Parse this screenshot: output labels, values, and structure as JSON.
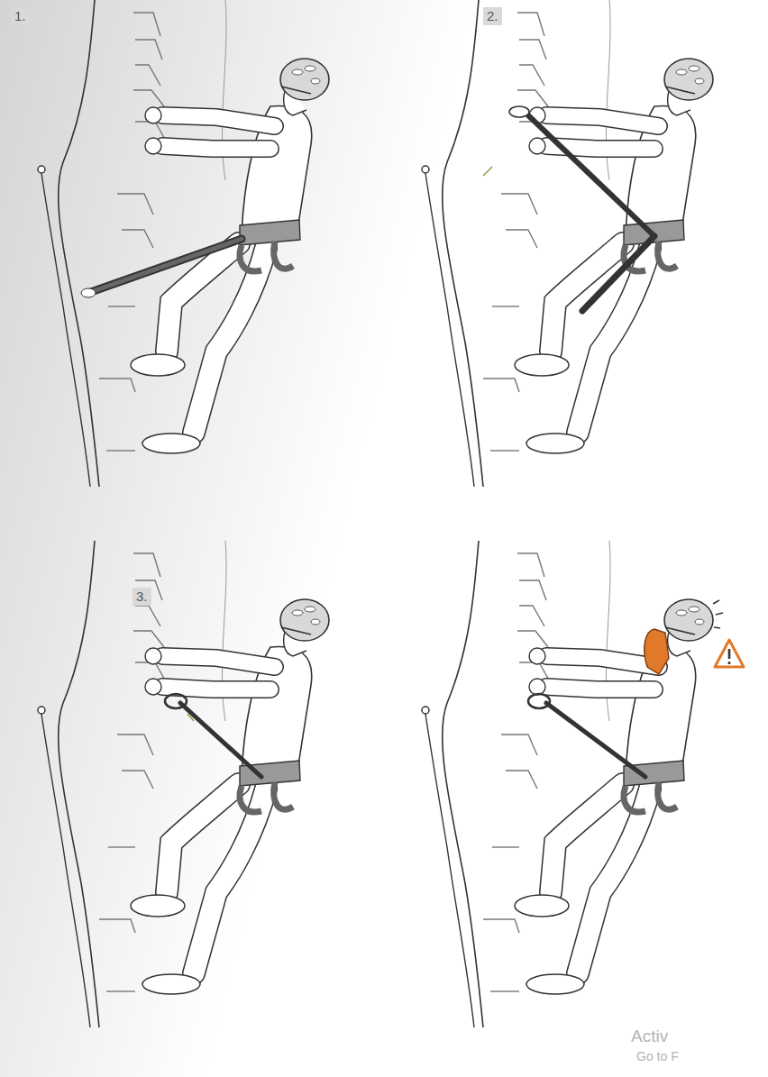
{
  "diagram": {
    "labels": [
      "1.",
      "2.",
      "3.",
      "Activ",
      "Go to F"
    ]
  }
}
